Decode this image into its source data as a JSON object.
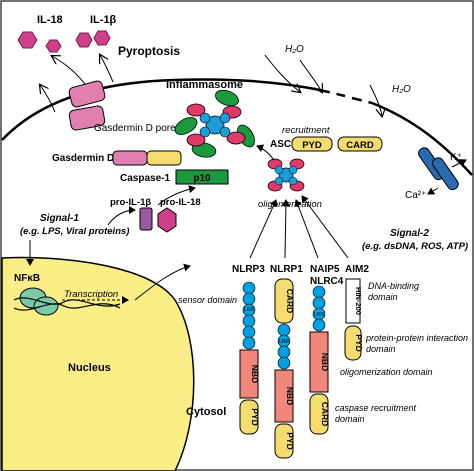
{
  "labels": {
    "il18": "IL-18",
    "il1b": "IL-1β",
    "pyroptosis": "Pyroptosis",
    "h2o_top": "H₂O",
    "h2o_right": "H₂O",
    "inflammasome": "Inflammasome",
    "gasdermin_pore": "Gasdermin D pore",
    "recruitment": "recruitment",
    "asc": "ASC",
    "gasdermin_d": "Gasdermin D",
    "caspase1": "Caspase-1",
    "p10": "p10",
    "k_plus": "K⁺",
    "ca2_plus": "Ca²⁺",
    "pro_il1b": "pro-IL-1β",
    "pro_il18": "pro-IL-18",
    "oligomerization": "oligomerization",
    "signal1_title": "Signal-1",
    "signal1_sub": "(e.g. LPS, Viral proteins)",
    "signal2_title": "Signal-2",
    "signal2_sub": "(e.g. dsDNA, ROS, ATP)",
    "nfkb": "NFκB",
    "transcription": "Transcription",
    "nucleus": "Nucleus",
    "cytosol": "Cytosol",
    "nlrp3": "NLRP3",
    "nlrp1": "NLRP1",
    "naip5": "NAIP5",
    "nlrc4": "NLRC4",
    "aim2": "AIM2",
    "sensor_domain": "sensor domain",
    "dna_binding_1": "DNA-binding",
    "dna_binding_2": "domain",
    "ppi_1": "protein-protein interaction",
    "ppi_2": "domain",
    "olig_domain": "oligomerization domain",
    "casp_recruit_1": "caspase recruitment",
    "casp_recruit_2": "domain"
  },
  "domains": {
    "pyd": "PYD",
    "card": "CARD",
    "nbd": "NBD",
    "lrr": "LRR",
    "hin200": "HIN-200"
  },
  "colors": {
    "pyd": "#f5dc6e",
    "card": "#f5dc6e",
    "nbd": "#f0877a",
    "lrr": "#00a0e0",
    "caspase_p10": "#1a9a3c",
    "nucleus": "#fbee86",
    "pore": "#e080b0",
    "il": "#d0408a"
  }
}
